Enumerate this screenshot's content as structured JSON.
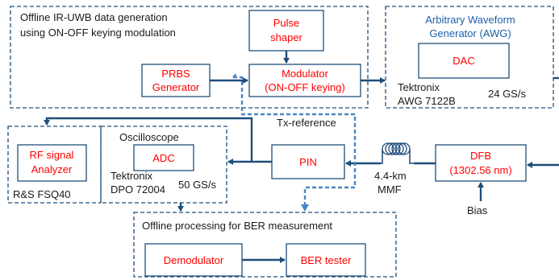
{
  "groups": {
    "offline_gen": "Offline IR-UWB data generation",
    "offline_gen_line2": "using ON-OFF keying modulation",
    "awg_title": "Arbitrary Waveform",
    "awg_title_line2": "Generator (AWG)",
    "awg_model": "Tektronix",
    "awg_model_line2": "AWG 7122B",
    "awg_rate": "24 GS/s",
    "scope_label": "Oscilloscope",
    "scope_model": "Tektronix",
    "scope_model_line2": "DPO 72004",
    "scope_rate": "50 GS/s",
    "rsa_model": "R&S FSQ40",
    "offline_proc": "Offline processing for BER measurement"
  },
  "blocks": {
    "pulse_shaper": "Pulse",
    "pulse_shaper_line2": "shaper",
    "prbs": "PRBS",
    "prbs_line2": "Generator",
    "modulator": "Modulator",
    "modulator_line2": "(ON-OFF keying)",
    "dac": "DAC",
    "rf_analyzer": "RF signal",
    "rf_analyzer_line2": "Analyzer",
    "adc": "ADC",
    "pin": "PIN",
    "dfb": "DFB",
    "dfb_line2": "(1302.56 nm)",
    "demodulator": "Demodulator",
    "ber_tester": "BER tester"
  },
  "labels": {
    "tx_reference": "Tx-reference",
    "fiber": "4.4-km",
    "fiber_line2": "MMF",
    "bias": "Bias"
  },
  "colors": {
    "line": "#1f4e79",
    "dashed_ref": "#4a86c5",
    "block_text": "#ff0000",
    "awg_title": "#1f5fa8"
  }
}
